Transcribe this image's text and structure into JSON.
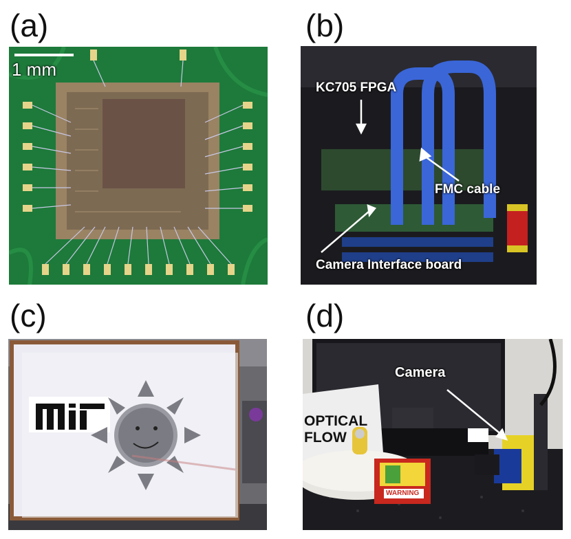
{
  "panels": {
    "a": {
      "letter": "(a)",
      "scale_text": "1 mm"
    },
    "b": {
      "letter": "(b)",
      "fpga": "KC705 FPGA",
      "cable": "FMC cable",
      "board": "Camera Interface board"
    },
    "c": {
      "letter": "(c)"
    },
    "d": {
      "letter": "(d)",
      "camera": "Camera",
      "sign_line1": "OPTICAL",
      "sign_line2": "FLOW",
      "box_label": "WARNING"
    }
  }
}
